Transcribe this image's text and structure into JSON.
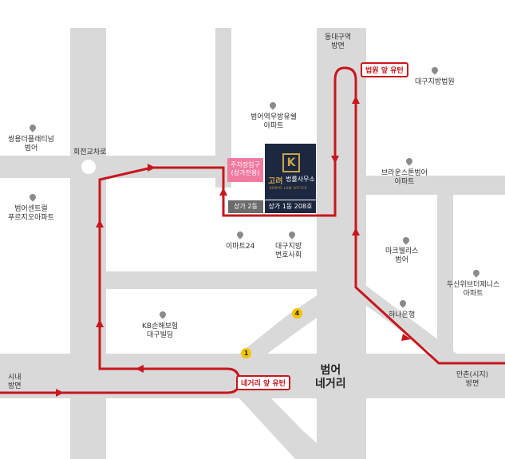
{
  "colors": {
    "road": "#d9d9d9",
    "route": "#c8161d",
    "block": "#ffffff",
    "office": "#1c2740",
    "gold": "#c9a24a",
    "parking": "#f07aa0",
    "pin": "#8a8a8a",
    "marker": "#f5c400"
  },
  "labels": {
    "dongdaegu": "동대구역\n방면",
    "beomeo_yeok_apt": "범어역우방유쉘\n아파트",
    "daegu_court": "대구지방법원",
    "ssangyong": "쌍용더플래티넘\n범어",
    "roundabout": "회전교차로",
    "beomeo_central": "범어센트럴\n푸르지오아파트",
    "brown_stone": "브라운스톤범어\n아파트",
    "emart24": "이마트24",
    "bar_assoc": "대구지방\n변호사회",
    "mark_wellis": "마크웰리스\n범어",
    "doosan": "두산위브더제니스\n아파트",
    "hana_bank": "하나은행",
    "kb_insurance": "KB손해보험\n대구빌딩",
    "city_center": "시내\n방면",
    "manchon": "만촌(시지)\n방면",
    "beomeo_crossroad": "범어\n네거리"
  },
  "parking": {
    "label": "주차장입구\n(상가전용)"
  },
  "office": {
    "logo_text": "고려",
    "name": "법률사무소",
    "sub_english": "KORYO LAW OFFICE",
    "unit2": "상가 2동",
    "unit1": "상가 1동 208호"
  },
  "badges": {
    "court_uturn": "법원 앞 유턴",
    "crossroad_uturn": "네거리 앞 유턴"
  },
  "markers": {
    "m1": "1",
    "m4": "4"
  },
  "icon_names": [
    "location-pin-icon",
    "route-arrow-icon",
    "office-logo-icon"
  ]
}
